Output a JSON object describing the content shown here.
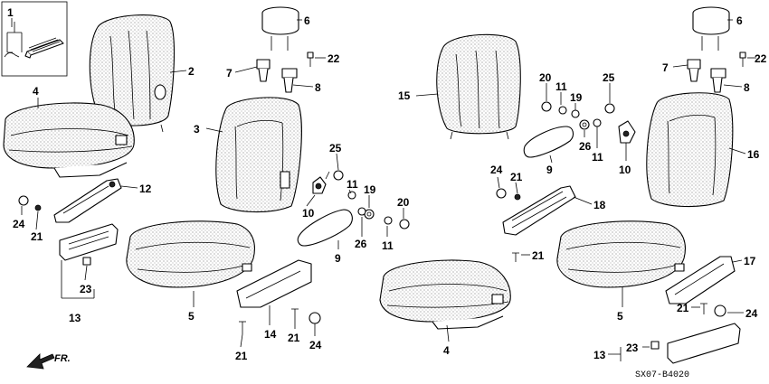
{
  "diagram_code": "SX07-B4020",
  "direction_label": "FR.",
  "labels": {
    "l1": "1",
    "l2": "2",
    "l3": "3",
    "l4a": "4",
    "l4b": "4",
    "l5a": "5",
    "l5b": "5",
    "l6a": "6",
    "l6b": "6",
    "l7a": "7",
    "l7b": "7",
    "l8a": "8",
    "l8b": "8",
    "l9a": "9",
    "l9b": "9",
    "l10a": "10",
    "l10b": "10",
    "l11a": "11",
    "l11b": "11",
    "l11c": "11",
    "l11d": "11",
    "l12": "12",
    "l13a": "13",
    "l13b": "13",
    "l14": "14",
    "l15": "15",
    "l16": "16",
    "l17": "17",
    "l18": "18",
    "l19a": "19",
    "l19b": "19",
    "l20a": "20",
    "l20b": "20",
    "l21a": "21",
    "l21b": "21",
    "l21c": "21",
    "l21d": "21",
    "l21e": "21",
    "l21f": "21",
    "l22a": "22",
    "l22b": "22",
    "l23a": "23",
    "l23b": "23",
    "l24a": "24",
    "l24b": "24",
    "l24c": "24",
    "l24d": "24",
    "l25a": "25",
    "l25b": "25",
    "l26a": "26",
    "l26b": "26"
  }
}
